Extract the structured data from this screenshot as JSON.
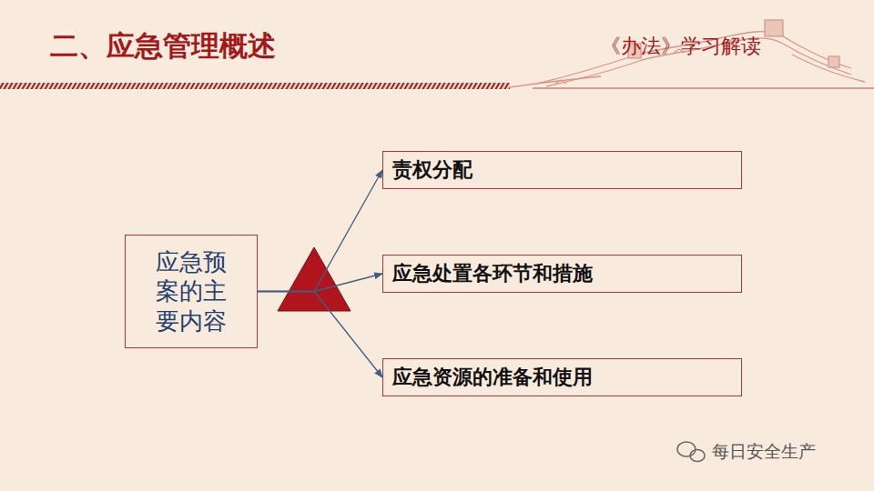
{
  "diagram": {
    "title": "二、应急管理概述",
    "nodes": [
      {
        "text": [
          "应急预案的主要内容"
        ]
      },
      {
        "text": [
          "责权分配"
        ]
      },
      {
        "text": [
          "应急处置各环节和措施"
        ]
      },
      {
        "text": [
          "应急资源的准备和使用"
        ]
      }
    ],
    "edges": [
      {
        "from": 0,
        "to": 1,
        "arrow": "to"
      },
      {
        "from": 0,
        "to": 2,
        "arrow": "to"
      },
      {
        "from": 0,
        "to": 3,
        "arrow": "to"
      }
    ],
    "labels": [
      "《办法》学习解读",
      "每日安全生产"
    ]
  }
}
